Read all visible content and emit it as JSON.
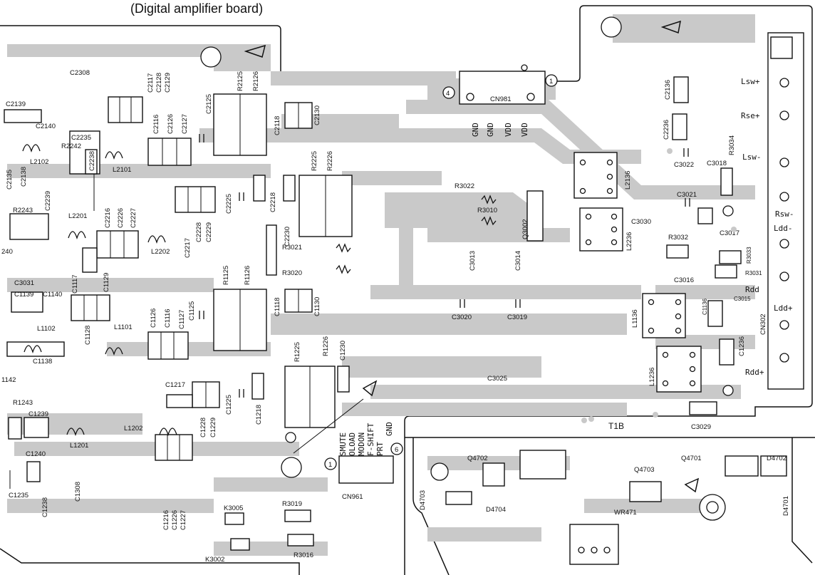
{
  "title": "(Digital amplifier board)",
  "connector_cn981": {
    "name": "CN981",
    "pin_first": "4",
    "pin_last": "1",
    "pins": [
      "GND",
      "GND",
      "VDD",
      "VDD"
    ]
  },
  "connector_cn961": {
    "name": "CN961",
    "pin_first": "1",
    "pin_last": "6",
    "pins": [
      "SMUTE",
      "OLOAD",
      "MODON",
      "F-SHIFT",
      "PRT",
      "GND"
    ]
  },
  "connector_cn302": {
    "name": "CN302",
    "pins": [
      "Lsw+",
      "Rse+",
      "Lsw-",
      "Rsw-",
      "Ldd-",
      "Rdd",
      "Ldd+",
      "Rdd+"
    ]
  },
  "section_label": "T1B",
  "components": {
    "c2308": "C2308",
    "c2117": "C2117",
    "c2128": "C2128",
    "c2129": "C2129",
    "c2139": "C2139",
    "c2140": "C2140",
    "c2235": "C2235",
    "r2242": "R2242",
    "c2238": "C2238",
    "l2102": "L2102",
    "c2135": "C2135",
    "c2138": "C2138",
    "c2116": "C2116",
    "c2126": "C2126",
    "c2127": "C2127",
    "l2101": "L2101",
    "c2125": "C2125",
    "r2125": "R2125",
    "r2126": "R2126",
    "c2118": "C2118",
    "c2130": "C2130",
    "r2243": "R2243",
    "c2239": "C2239",
    "l2201": "L2201",
    "c2216": "C2216",
    "c2226": "C2226",
    "c2227": "C2227",
    "c240": "240",
    "l2202": "L2202",
    "c2217": "C2217",
    "c2228": "C2228",
    "c2229": "C2229",
    "c2225": "C2225",
    "c2218": "C2218",
    "c2230": "C2230",
    "r2225": "R2225",
    "r2226": "R2226",
    "r3021": "R3021",
    "r3020": "R3020",
    "c3031": "C3031",
    "c1139": "C1139",
    "c1140": "C1140",
    "c1117": "C1117",
    "c1129": "C1129",
    "l1102": "L1102",
    "c1128": "C1128",
    "l1101": "L1101",
    "c1126": "C1126",
    "c1116": "C1116",
    "c1127": "C1127",
    "c1125": "C1125",
    "r1125": "R1125",
    "r1126": "R1126",
    "c1118": "C1118",
    "c1130": "C1130",
    "c1138": "C1138",
    "c1142": "1142",
    "r1225": "R1225",
    "r1226": "R1226",
    "c1230": "C1230",
    "c1217": "C1217",
    "c1225": "C1225",
    "c1218": "C1218",
    "c1228": "C1228",
    "c1229": "C1229",
    "r1243": "R1243",
    "c1239": "C1239",
    "c1240": "C1240",
    "l1201": "L1201",
    "l1202": "L1202",
    "c1235": "C1235",
    "c1238": "C1238",
    "c1308": "C1308",
    "c1216": "C1216",
    "c1226": "C1226",
    "c1227": "C1227",
    "k3005": "K3005",
    "r3019": "R3019",
    "k3002": "K3002",
    "r3016": "R3016",
    "r3022": "R3022",
    "r3010": "R3010",
    "q3002": "Q3002",
    "c3013": "C3013",
    "c3014": "C3014",
    "c3020": "C3020",
    "c3019": "C3019",
    "c3025": "C3025",
    "c2136": "C2136",
    "c2236": "C2236",
    "r3034": "R3034",
    "c3022": "C3022",
    "c3018": "C3018",
    "l2136": "L2136",
    "c3021": "C3021",
    "c3030": "C3030",
    "l2236": "L2236",
    "r3032": "R3032",
    "c3017": "C3017",
    "r3033": "R3033",
    "r3031": "R3031",
    "c3016": "C3016",
    "c3015": "C3015",
    "c1136": "C1136",
    "l1136": "L1136",
    "c1236": "C1236",
    "l1236": "L1236",
    "c3029": "C3029",
    "q4702": "Q4702",
    "q4701": "Q4701",
    "q4703": "Q4703",
    "d4702": "D4702",
    "d4703": "D4703",
    "d4704": "D4704",
    "wr471": "WR471",
    "d4701": "D4701"
  }
}
